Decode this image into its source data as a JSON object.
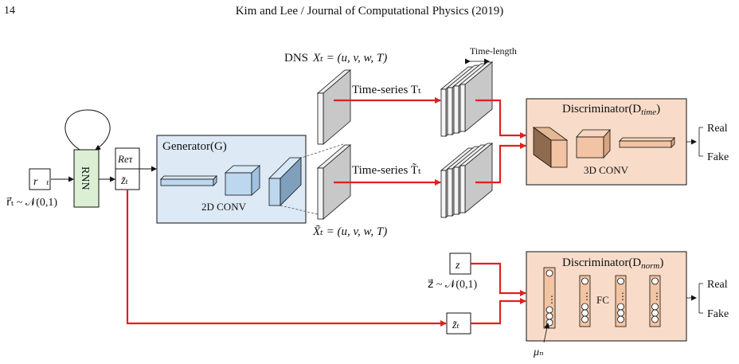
{
  "header": {
    "page_number": "14",
    "journal": "Kim and Lee / Journal of Computational Physics (2019)"
  },
  "labels": {
    "dns": "DNS",
    "dns_eq": "Xₜ = (u, v, w, T)",
    "gen_eq": "X̃ₜ = (u, v, w, T)",
    "time_length": "Time-length",
    "time_series_real": "Time-series Tₜ",
    "time_series_fake": "Time-series T̃ₜ",
    "generator": "Generator(G)",
    "conv2d": "2D CONV",
    "conv3d": "3D CONV",
    "fc": "FC",
    "disc_time": "Discriminator(D",
    "disc_time_sub": "time",
    "disc_norm": "Discriminator(D",
    "disc_norm_sub": "norm",
    "rnn": "RNN",
    "r_vec": "r⃗ₜ",
    "r_dist": "r⃗ₜ ~ 𝒩(0,1)",
    "re_tau": "Reτ",
    "z_tilde": "z̃ₜ",
    "z_vec": "z⃗",
    "z_dist": "z⃗ ~ 𝒩(0,1)",
    "mu_n": "μₙ",
    "real_1": "Real",
    "fake_1": "Fake",
    "real_2": "Real",
    "fake_2": "Fake",
    "dots": "⋮"
  },
  "colors": {
    "arrow_red": "#e02020",
    "generator_fill": "#dde9f5",
    "discriminator_fill": "#f8dcc9",
    "rnn_fill": "#dcefd4",
    "block_blue": "#bcd7ee",
    "block_orange": "#f2c4a4",
    "frame_gray": "#c8c8c8"
  }
}
